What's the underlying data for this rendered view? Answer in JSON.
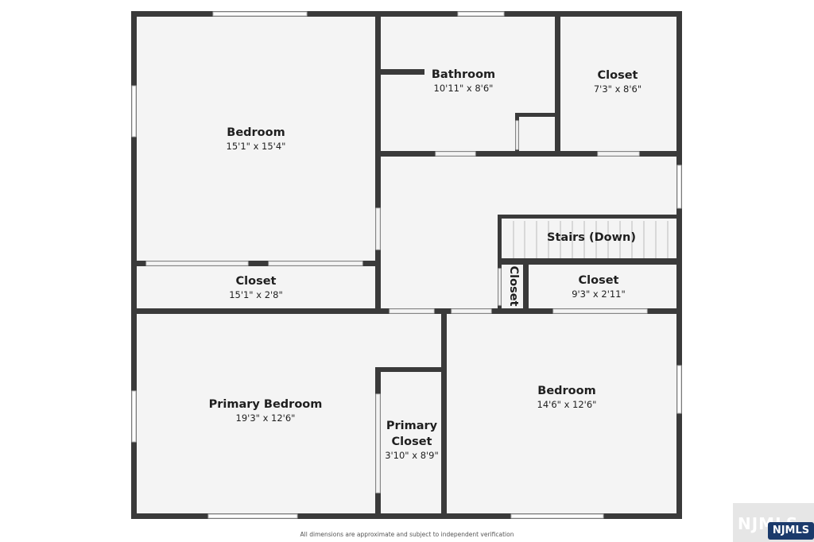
{
  "rooms": {
    "bedroom_nw": {
      "name": "Bedroom",
      "dims": "15'1\" x 15'4\""
    },
    "bathroom": {
      "name": "Bathroom",
      "dims": "10'11\" x 8'6\""
    },
    "closet_ne": {
      "name": "Closet",
      "dims": "7'3\" x 8'6\""
    },
    "stairs": {
      "name": "Stairs (Down)"
    },
    "closet_w": {
      "name": "Closet",
      "dims": "15'1\" x 2'8\""
    },
    "closet_small": {
      "name": "Closet"
    },
    "closet_e": {
      "name": "Closet",
      "dims": "9'3\" x 2'11\""
    },
    "primary_bedroom": {
      "name": "Primary Bedroom",
      "dims": "19'3\" x 12'6\""
    },
    "primary_closet": {
      "name_line1": "Primary",
      "name_line2": "Closet",
      "dims": "3'10\" x 8'9\""
    },
    "bedroom_se": {
      "name": "Bedroom",
      "dims": "14'6\" x 12'6\""
    }
  },
  "footer": {
    "note": "All dimensions are approximate and subject to independent verification"
  },
  "watermark": {
    "ghost_text": "NJMLS",
    "logo_text": "NJMLS"
  },
  "colors": {
    "wall": "#3a3a3a",
    "floor": "#f4f4f4",
    "window": "#ffffff",
    "window_frame": "#b5b5b5"
  }
}
